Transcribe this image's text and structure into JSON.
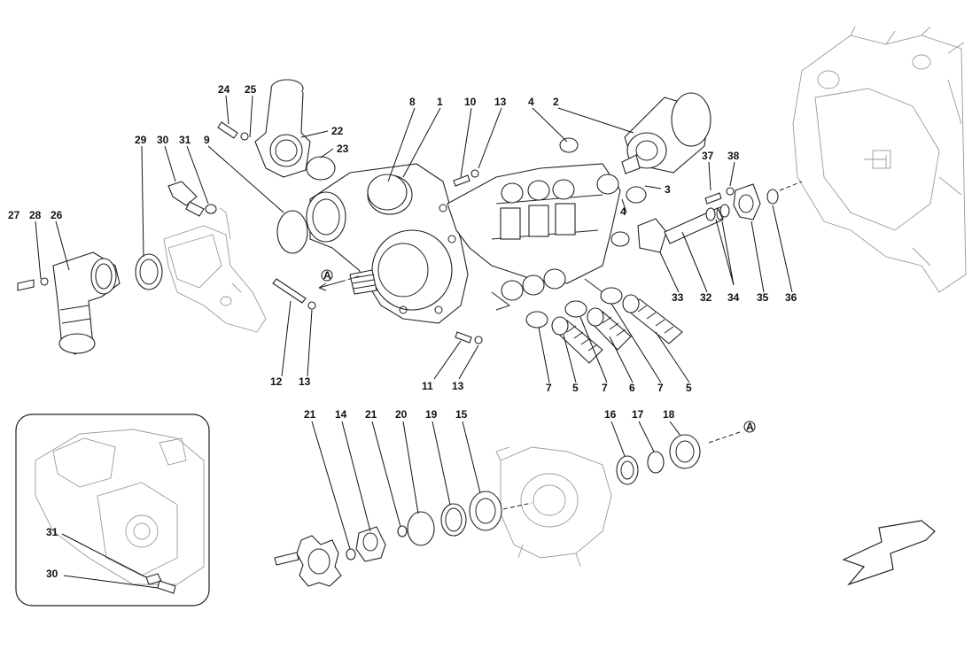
{
  "callouts": [
    {
      "id": "c8",
      "text": "8"
    },
    {
      "id": "c1",
      "text": "1"
    },
    {
      "id": "c10",
      "text": "10"
    },
    {
      "id": "c13a",
      "text": "13"
    },
    {
      "id": "c4a",
      "text": "4"
    },
    {
      "id": "c2",
      "text": "2"
    },
    {
      "id": "c24",
      "text": "24"
    },
    {
      "id": "c25",
      "text": "25"
    },
    {
      "id": "c22",
      "text": "22"
    },
    {
      "id": "c23",
      "text": "23"
    },
    {
      "id": "c29",
      "text": "29"
    },
    {
      "id": "c30",
      "text": "30"
    },
    {
      "id": "c31",
      "text": "31"
    },
    {
      "id": "c9",
      "text": "9"
    },
    {
      "id": "c27",
      "text": "27"
    },
    {
      "id": "c28",
      "text": "28"
    },
    {
      "id": "c26",
      "text": "26"
    },
    {
      "id": "c3",
      "text": "3"
    },
    {
      "id": "c4b",
      "text": "4"
    },
    {
      "id": "c37",
      "text": "37"
    },
    {
      "id": "c38",
      "text": "38"
    },
    {
      "id": "c33",
      "text": "33"
    },
    {
      "id": "c32",
      "text": "32"
    },
    {
      "id": "c34",
      "text": "34"
    },
    {
      "id": "c35",
      "text": "35"
    },
    {
      "id": "c36",
      "text": "36"
    },
    {
      "id": "c12",
      "text": "12"
    },
    {
      "id": "c13b",
      "text": "13"
    },
    {
      "id": "c11",
      "text": "11"
    },
    {
      "id": "c13c",
      "text": "13"
    },
    {
      "id": "c7a",
      "text": "7"
    },
    {
      "id": "c5a",
      "text": "5"
    },
    {
      "id": "c7b",
      "text": "7"
    },
    {
      "id": "c6",
      "text": "6"
    },
    {
      "id": "c7c",
      "text": "7"
    },
    {
      "id": "c5b",
      "text": "5"
    },
    {
      "id": "c21a",
      "text": "21"
    },
    {
      "id": "c14",
      "text": "14"
    },
    {
      "id": "c21b",
      "text": "21"
    },
    {
      "id": "c20",
      "text": "20"
    },
    {
      "id": "c19",
      "text": "19"
    },
    {
      "id": "c15",
      "text": "15"
    },
    {
      "id": "c16",
      "text": "16"
    },
    {
      "id": "c17",
      "text": "17"
    },
    {
      "id": "c18",
      "text": "18"
    },
    {
      "id": "c31b",
      "text": "31"
    },
    {
      "id": "c30b",
      "text": "30"
    }
  ],
  "reference_marks": {
    "a1": "A",
    "a2": "A"
  },
  "colors": {
    "line": "#111111",
    "ghost": "#9a9a9a",
    "background": "#ffffff"
  }
}
